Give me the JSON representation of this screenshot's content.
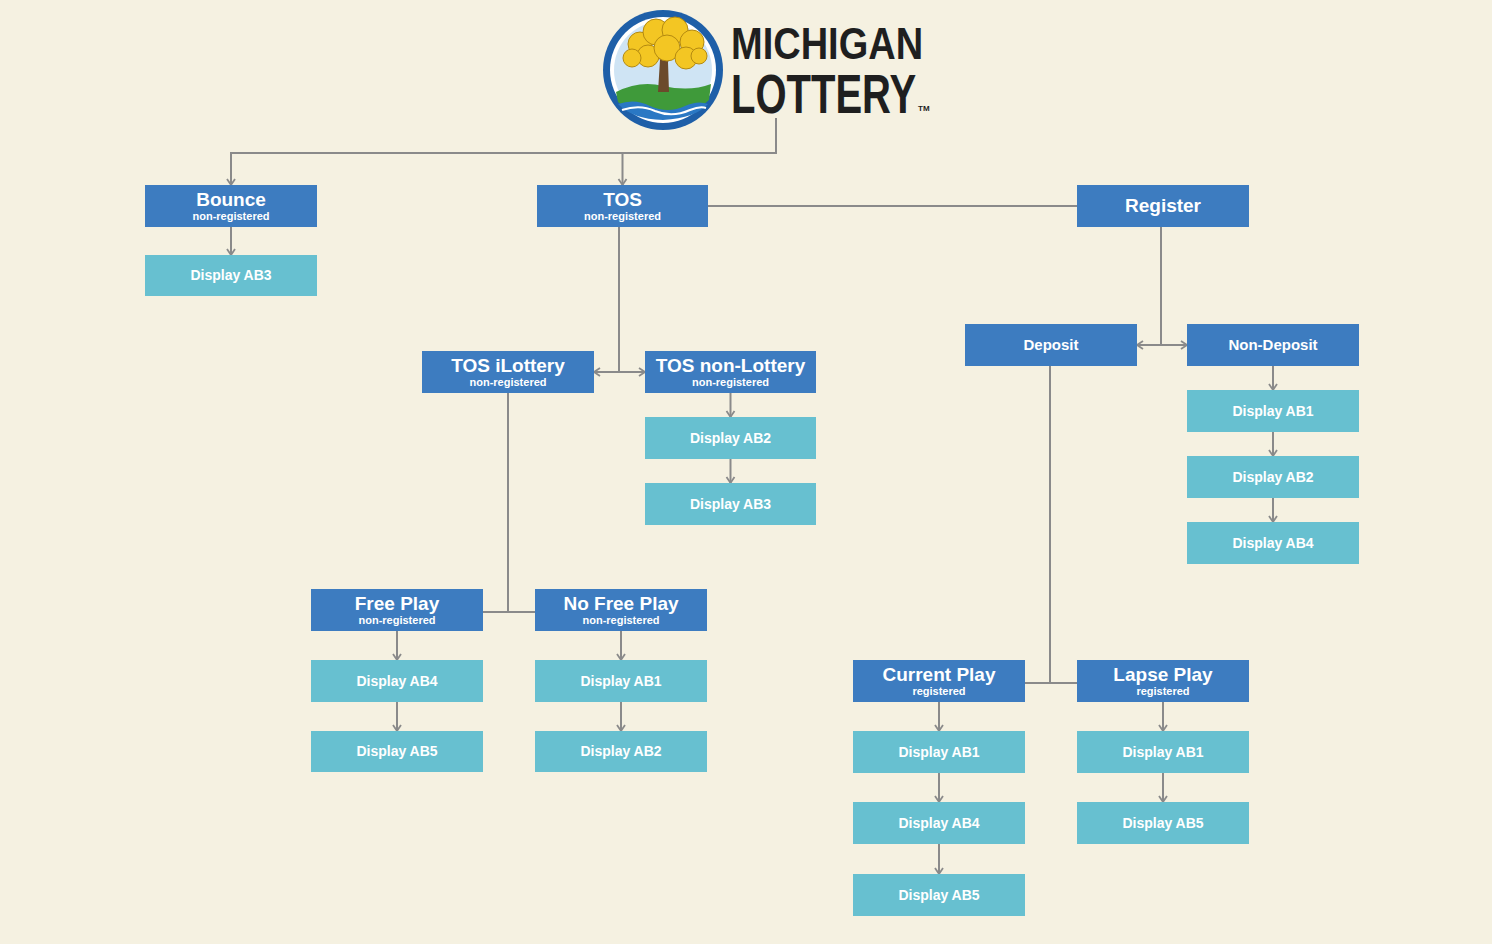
{
  "diagram": {
    "nodes": [
      {
        "text": [
          "MICHIGAN",
          "LOTTERY"
        ]
      },
      {
        "text": [
          "Bounce",
          "non-registered"
        ]
      },
      {
        "text": [
          "TOS",
          "non-registered"
        ]
      },
      {
        "text": [
          "Register"
        ]
      },
      {
        "text": [
          "Display AB3"
        ]
      },
      {
        "text": [
          "TOS iLottery",
          "non-registered"
        ]
      },
      {
        "text": [
          "TOS non-Lottery",
          "non-registered"
        ]
      },
      {
        "text": [
          "Deposit"
        ]
      },
      {
        "text": [
          "Non-Deposit"
        ]
      },
      {
        "text": [
          "Display AB1"
        ]
      },
      {
        "text": [
          "Display AB2"
        ]
      },
      {
        "text": [
          "Display AB2"
        ]
      },
      {
        "text": [
          "Display AB3"
        ]
      },
      {
        "text": [
          "Display AB4"
        ]
      },
      {
        "text": [
          "Free Play",
          "non-registered"
        ]
      },
      {
        "text": [
          "No Free Play",
          "non-registered"
        ]
      },
      {
        "text": [
          "Display AB4"
        ]
      },
      {
        "text": [
          "Display AB1"
        ]
      },
      {
        "text": [
          "Current Play",
          "registered"
        ]
      },
      {
        "text": [
          "Lapse Play",
          "registered"
        ]
      },
      {
        "text": [
          "Display AB5"
        ]
      },
      {
        "text": [
          "Display AB2"
        ]
      },
      {
        "text": [
          "Display AB1"
        ]
      },
      {
        "text": [
          "Display AB1"
        ]
      },
      {
        "text": [
          "Display AB4"
        ]
      },
      {
        "text": [
          "Display AB5"
        ]
      },
      {
        "text": [
          "Display AB5"
        ]
      }
    ],
    "edges": [
      {
        "from": 0,
        "to": 1,
        "arrow": "to"
      },
      {
        "from": 0,
        "to": 2,
        "arrow": "to"
      },
      {
        "from": 2,
        "to": 3,
        "arrow": "none"
      },
      {
        "from": 1,
        "to": 4,
        "arrow": "to"
      },
      {
        "from": 2,
        "to": 5,
        "arrow": "to"
      },
      {
        "from": 2,
        "to": 6,
        "arrow": "to"
      },
      {
        "from": 3,
        "to": 7,
        "arrow": "to"
      },
      {
        "from": 3,
        "to": 8,
        "arrow": "to"
      },
      {
        "from": 6,
        "to": 10,
        "arrow": "to"
      },
      {
        "from": 10,
        "to": 12,
        "arrow": "to"
      },
      {
        "from": 8,
        "to": 9,
        "arrow": "to"
      },
      {
        "from": 9,
        "to": 11,
        "arrow": "to"
      },
      {
        "from": 11,
        "to": 13,
        "arrow": "to"
      },
      {
        "from": 5,
        "to": 14,
        "arrow": "none"
      },
      {
        "from": 5,
        "to": 15,
        "arrow": "none"
      },
      {
        "from": 14,
        "to": 16,
        "arrow": "to"
      },
      {
        "from": 16,
        "to": 20,
        "arrow": "to"
      },
      {
        "from": 15,
        "to": 17,
        "arrow": "to"
      },
      {
        "from": 17,
        "to": 21,
        "arrow": "to"
      },
      {
        "from": 7,
        "to": 18,
        "arrow": "none"
      },
      {
        "from": 7,
        "to": 19,
        "arrow": "none"
      },
      {
        "from": 18,
        "to": 22,
        "arrow": "to"
      },
      {
        "from": 22,
        "to": 24,
        "arrow": "to"
      },
      {
        "from": 24,
        "to": 26,
        "arrow": "to"
      },
      {
        "from": 19,
        "to": 23,
        "arrow": "to"
      },
      {
        "from": 23,
        "to": 25,
        "arrow": "to"
      }
    ],
    "labels": [
      "TM"
    ]
  }
}
